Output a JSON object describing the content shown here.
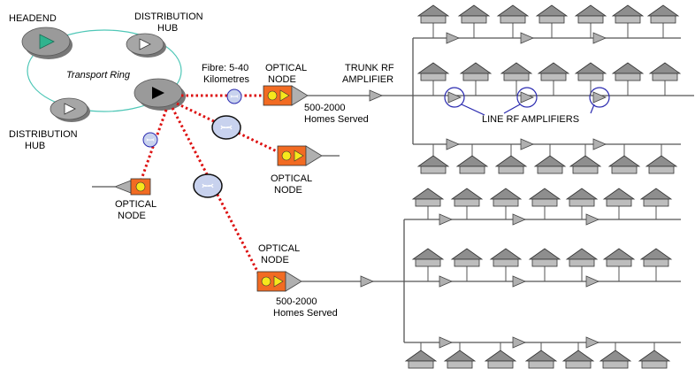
{
  "labels": {
    "headend": "HEADEND",
    "distribution_hub_top_1": "DISTRIBUTION",
    "distribution_hub_top_2": "HUB",
    "distribution_hub_bottom_1": "DISTRIBUTION",
    "distribution_hub_bottom_2": "HUB",
    "transport_ring": "Transport Ring",
    "fibre_1": "Fibre: 5-40",
    "fibre_2": "Kilometres",
    "optical_node_top_1": "OPTICAL",
    "optical_node_top_2": "NODE",
    "trunk_rf_1": "TRUNK RF",
    "trunk_rf_2": "AMPLIFIER",
    "homes_top_1": "500-2000",
    "homes_top_2": "Homes Served",
    "line_rf_amplifiers": "LINE RF AMPLIFIERS",
    "optical_node_mid_1": "OPTICAL",
    "optical_node_mid_2": "NODE",
    "optical_node_left_1": "OPTICAL",
    "optical_node_left_2": "NODE",
    "optical_node_bottom_1": "OPTICAL",
    "optical_node_bottom_2": "NODE",
    "homes_bottom_1": "500-2000",
    "homes_bottom_2": "Homes Served"
  },
  "colors": {
    "ring": "#4fc7b7",
    "fiber": "#dd1111",
    "node_orange": "#f26b22",
    "node_yellow": "#f6e81c",
    "amp_grey": "#b0b0b0",
    "hub_grey": "#9a9a9a",
    "headend_green": "#2fb38e",
    "line_amp_circle": "#2b2bb0",
    "splice_blue": "#c8d2ee"
  }
}
